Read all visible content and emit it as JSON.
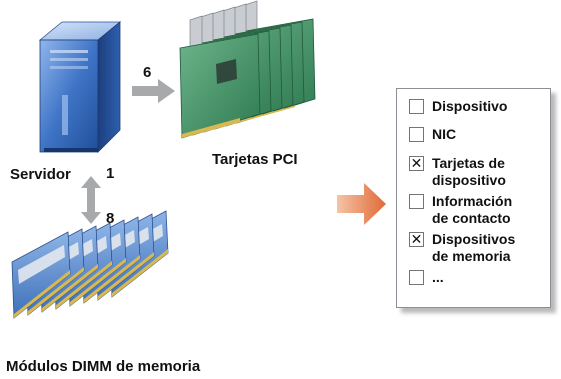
{
  "labels": {
    "server": "Servidor",
    "server_count": "1",
    "pci": "Tarjetas PCI",
    "pci_count": "6",
    "dimm": "Módulos DIMM de memoria",
    "dimm_count": "8"
  },
  "checklist": [
    {
      "label": "Dispositivo",
      "checked": false,
      "mark": ""
    },
    {
      "label": "NIC",
      "checked": false,
      "mark": ""
    },
    {
      "label": "Tarjetas  de\ndispositivo",
      "checked": true,
      "mark": "✕"
    },
    {
      "label": "Información\nde contacto",
      "checked": false,
      "mark": ""
    },
    {
      "label": "Dispositivos\nde memoria",
      "checked": true,
      "mark": "✕"
    },
    {
      "label": "...",
      "checked": false,
      "mark": ""
    }
  ],
  "colors": {
    "server_blue": "#3a6fc0",
    "arrow_gray": "#a7a9ab",
    "arrow_orange": "#e07a4a",
    "pci_green": "#4c9a6e",
    "dimm_blue": "#5b8fd0"
  }
}
